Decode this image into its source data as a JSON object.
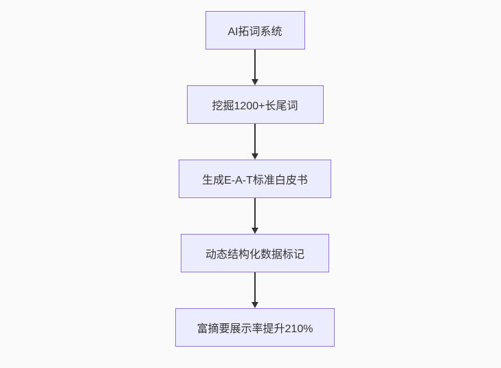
{
  "colors": {
    "page-bg": "#fafafa",
    "node-fill": "#ECECFF",
    "node-border": "#9370DB",
    "text-color": "#333333",
    "arrow-color": "#333333"
  },
  "flowchart": {
    "type": "flowchart-vertical-top-down",
    "nodes": [
      {
        "id": "A",
        "label": "AI拓词系统"
      },
      {
        "id": "B",
        "label": "挖掘1200+长尾词"
      },
      {
        "id": "C",
        "label": "生成E-A-T标准白皮书"
      },
      {
        "id": "D",
        "label": "动态结构化数据标记"
      },
      {
        "id": "E",
        "label": "富摘要展示率提升210%"
      }
    ],
    "edges": [
      {
        "from": "A",
        "to": "B"
      },
      {
        "from": "B",
        "to": "C"
      },
      {
        "from": "C",
        "to": "D"
      },
      {
        "from": "D",
        "to": "E"
      }
    ]
  }
}
